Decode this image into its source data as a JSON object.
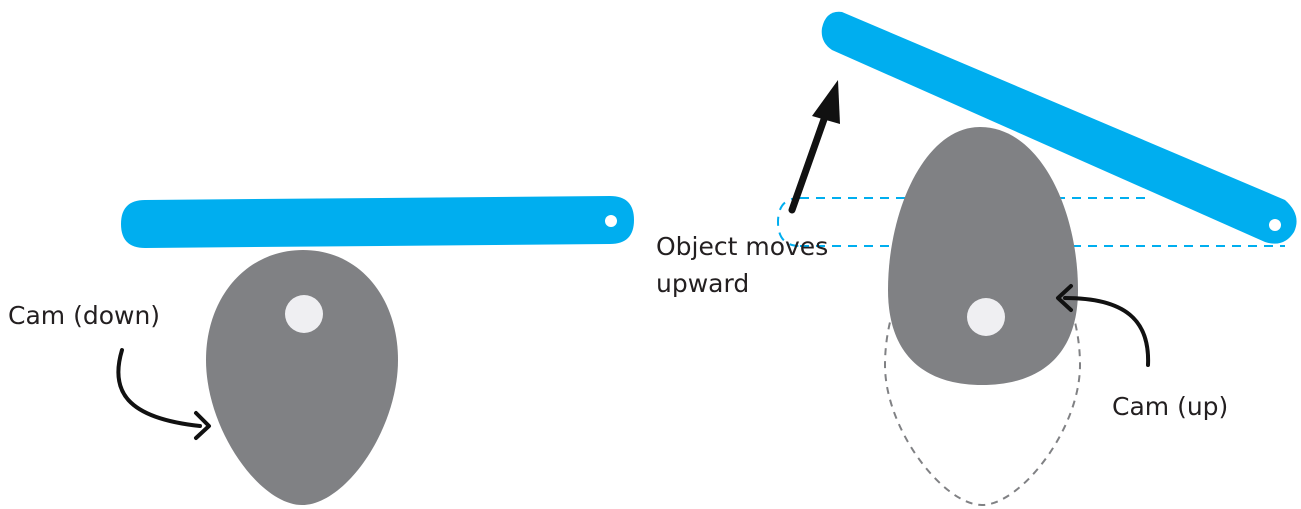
{
  "diagram": {
    "labels": {
      "cam_down": "Cam (down)",
      "object_moves_line1": "Object moves",
      "object_moves_line2": "upward",
      "cam_up": "Cam (up)"
    },
    "colors": {
      "follower": "#00aeef",
      "cam": "#808184",
      "pivot": "#efeff2",
      "arrow": "#111111",
      "ghost_outline": "#808184",
      "label_text": "#231f20"
    }
  }
}
